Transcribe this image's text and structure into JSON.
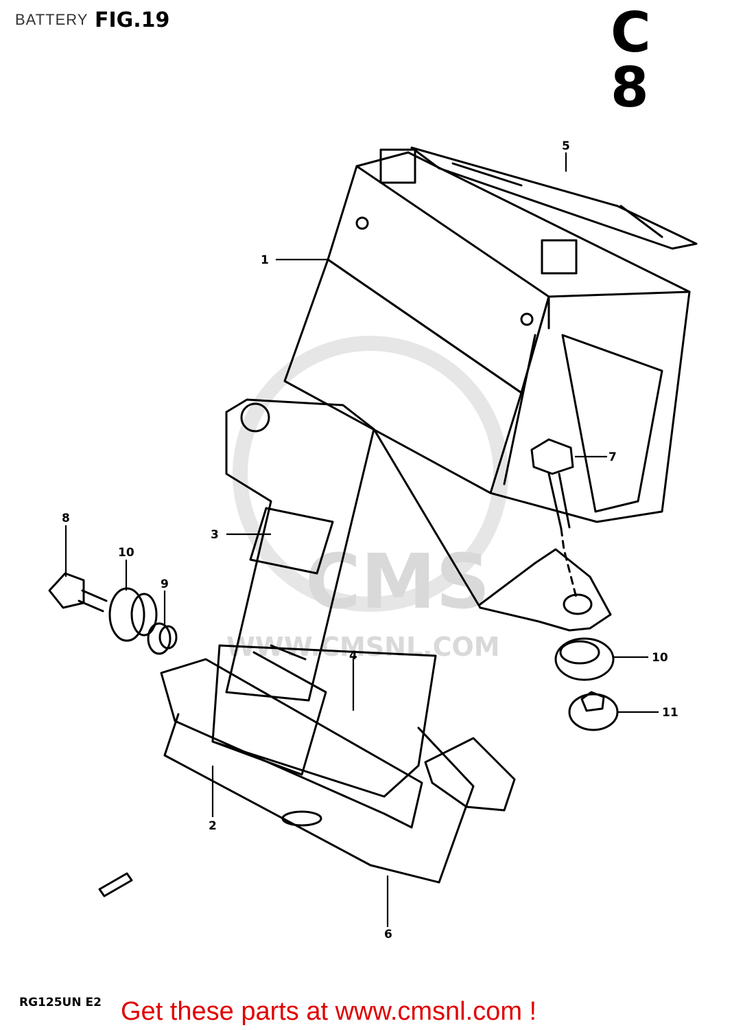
{
  "header": {
    "title": "BATTERY",
    "figure": "FIG.19",
    "code": "C 8"
  },
  "watermark": {
    "brand": "CMS",
    "url": "WWW.CMSNL.COM"
  },
  "callouts": [
    {
      "id": "1",
      "label": "1"
    },
    {
      "id": "2",
      "label": "2"
    },
    {
      "id": "3",
      "label": "3"
    },
    {
      "id": "4",
      "label": "4"
    },
    {
      "id": "5",
      "label": "5"
    },
    {
      "id": "6",
      "label": "6"
    },
    {
      "id": "7",
      "label": "7"
    },
    {
      "id": "8",
      "label": "8"
    },
    {
      "id": "9",
      "label": "9"
    },
    {
      "id": "10a",
      "label": "10"
    },
    {
      "id": "10b",
      "label": "10"
    },
    {
      "id": "11",
      "label": "11"
    }
  ],
  "footer": {
    "model": "RG125UN E2",
    "cta": "Get these parts at www.cmsnl.com !"
  },
  "colors": {
    "ink": "#000000",
    "cta": "#e00000",
    "watermark": "#d9d9d9"
  }
}
